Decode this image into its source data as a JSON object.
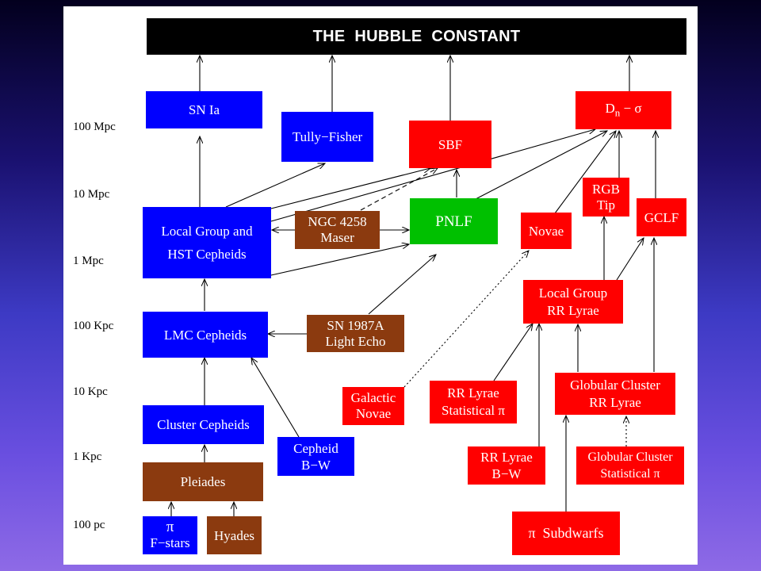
{
  "title": "THE  HUBBLE  CONSTANT",
  "scale_labels": {
    "mpc100": "100 Mpc",
    "mpc10": "10 Mpc",
    "mpc1": "1 Mpc",
    "kpc100": "100 Kpc",
    "kpc10": "10 Kpc",
    "kpc1": "1 Kpc",
    "pc100": "100 pc"
  },
  "boxes": {
    "sn_ia": {
      "label": "SN Ia"
    },
    "tully_fisher": {
      "label": "Tully−Fisher"
    },
    "sbf": {
      "label": "SBF"
    },
    "dn_sigma": {
      "label_main": "D",
      "label_sub": "n",
      "label_tail": " − σ"
    },
    "local_group_hst": {
      "line1": "Local Group and",
      "line2": "HST Cepheids"
    },
    "ngc4258": {
      "line1": "NGC 4258",
      "line2": "Maser"
    },
    "pnlf": {
      "label": "PNLF"
    },
    "rgb_tip": {
      "line1": "RGB",
      "line2": "Tip"
    },
    "novae": {
      "label": "Novae"
    },
    "gclf": {
      "label": "GCLF"
    },
    "local_group_rr": {
      "line1": "Local Group",
      "line2": "RR Lyrae"
    },
    "lmc_cepheids": {
      "label": "LMC Cepheids"
    },
    "sn1987a": {
      "line1": "SN 1987A",
      "line2": "Light Echo"
    },
    "galactic_novae": {
      "line1": "Galactic",
      "line2": "Novae"
    },
    "rr_statistical": {
      "line1": "RR Lyrae",
      "line2": "Statistical π"
    },
    "gc_rr_lyrae": {
      "line1": "Globular Cluster",
      "line2": "RR Lyrae"
    },
    "cluster_cepheids": {
      "label": "Cluster Cepheids"
    },
    "cepheid_bw": {
      "line1": "Cepheid",
      "line2": "B−W"
    },
    "rr_bw": {
      "line1": "RR Lyrae",
      "line2": "B−W"
    },
    "gc_statistical": {
      "line1": "Globular Cluster",
      "line2": "Statistical π"
    },
    "pleiades": {
      "label": "Pleiades"
    },
    "pi_fstars": {
      "line1": "π",
      "line2": "F−stars"
    },
    "hyades": {
      "label": "Hyades"
    },
    "subdwarfs": {
      "label": "π  Subdwarfs"
    }
  },
  "colors": {
    "blue": "#0000ff",
    "red": "#ff0000",
    "green": "#00c000",
    "brown": "#8b3a0f",
    "title_bar": "#000000"
  }
}
